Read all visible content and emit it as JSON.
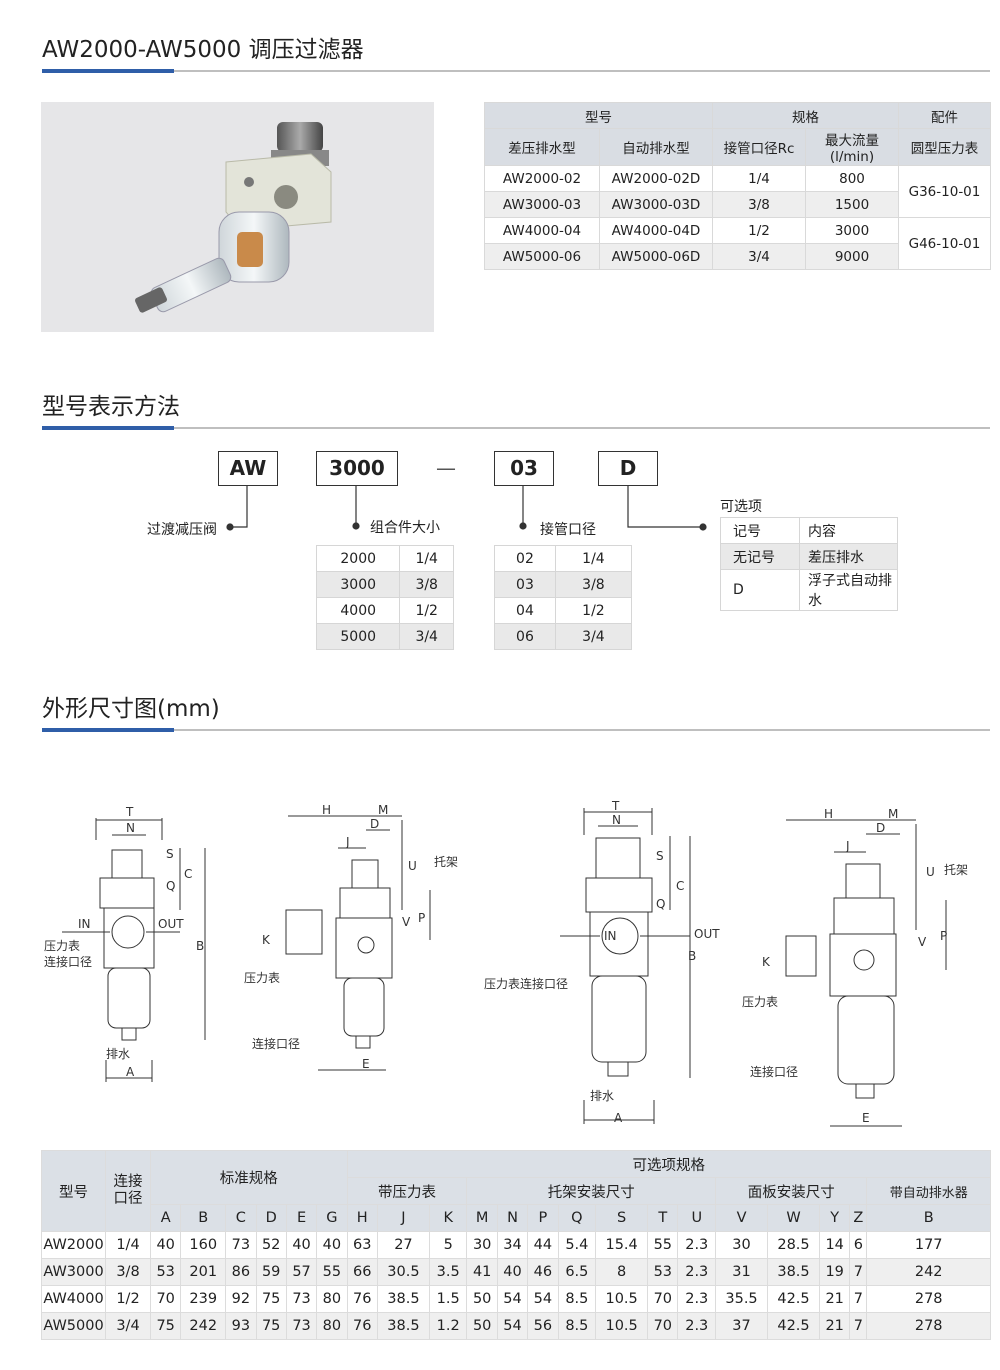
{
  "title": "AW2000-AW5000  调压过滤器",
  "spec_table": {
    "h_model": "型号",
    "h_spec": "规格",
    "h_acc": "配件",
    "h_diff": "差压排水型",
    "h_auto": "自动排水型",
    "h_port": "接管口径Rc",
    "h_flow": "最大流量(l/min)",
    "h_gauge": "圆型压力表",
    "rows": [
      {
        "diff": "AW2000-02",
        "auto": "AW2000-02D",
        "port": "1/4",
        "flow": "800"
      },
      {
        "diff": "AW3000-03",
        "auto": "AW3000-03D",
        "port": "3/8",
        "flow": "1500"
      },
      {
        "diff": "AW4000-04",
        "auto": "AW4000-04D",
        "port": "1/2",
        "flow": "3000"
      },
      {
        "diff": "AW5000-06",
        "auto": "AW5000-06D",
        "port": "3/4",
        "flow": "9000"
      }
    ],
    "gauge1": "G36-10-01",
    "gauge2": "G46-10-01"
  },
  "model_section": {
    "title": "型号表示方法",
    "boxes": [
      "AW",
      "3000",
      "—",
      "03",
      "D"
    ],
    "label_aw": "过渡减压阀",
    "label_size": "组合件大小",
    "label_port": "接管口径",
    "label_opt": "可选项",
    "size_table": [
      [
        "2000",
        "1/4"
      ],
      [
        "3000",
        "3/8"
      ],
      [
        "4000",
        "1/2"
      ],
      [
        "5000",
        "3/4"
      ]
    ],
    "port_table": [
      [
        "02",
        "1/4"
      ],
      [
        "03",
        "3/8"
      ],
      [
        "04",
        "1/2"
      ],
      [
        "06",
        "3/4"
      ]
    ],
    "opt_table": [
      [
        "记号",
        "内容"
      ],
      [
        "无记号",
        "差压排水"
      ],
      [
        "D",
        "浮子式自动排水"
      ]
    ]
  },
  "dim_section": {
    "title": "外形尺寸图(mm)",
    "drawing_labels": {
      "in": "IN",
      "out": "OUT",
      "gauge_port": "压力表\n连接口径",
      "gauge_port_a": "压力表",
      "gauge_port_b": "连接口径",
      "gauge": "压力表",
      "conn": "连接口径",
      "bracket": "托架",
      "drain": "排水",
      "gauge_conn": "压力表连接口径"
    },
    "letters": [
      "T",
      "N",
      "S",
      "Q",
      "C",
      "B",
      "A",
      "H",
      "M",
      "J",
      "D",
      "U",
      "V",
      "P",
      "K",
      "E"
    ]
  },
  "dim_table": {
    "h_model": "型号",
    "h_port": "连接\n口径",
    "h_port_a": "连接",
    "h_port_b": "口径",
    "h_std": "标准规格",
    "h_opt": "可选项规格",
    "h_gauge": "带压力表",
    "h_bracket": "托架安装尺寸",
    "h_panel": "面板安装尺寸",
    "h_auto": "带自动排水器",
    "cols": [
      "A",
      "B",
      "C",
      "D",
      "E",
      "G",
      "H",
      "J",
      "K",
      "M",
      "N",
      "P",
      "Q",
      "S",
      "T",
      "U",
      "V",
      "W",
      "Y",
      "Z",
      "B"
    ],
    "rows": [
      [
        "AW2000",
        "1/4",
        "40",
        "160",
        "73",
        "52",
        "40",
        "40",
        "63",
        "27",
        "5",
        "30",
        "34",
        "44",
        "5.4",
        "15.4",
        "55",
        "2.3",
        "30",
        "28.5",
        "14",
        "6",
        "177"
      ],
      [
        "AW3000",
        "3/8",
        "53",
        "201",
        "86",
        "59",
        "57",
        "55",
        "66",
        "30.5",
        "3.5",
        "41",
        "40",
        "46",
        "6.5",
        "8",
        "53",
        "2.3",
        "31",
        "38.5",
        "19",
        "7",
        "242"
      ],
      [
        "AW4000",
        "1/2",
        "70",
        "239",
        "92",
        "75",
        "73",
        "80",
        "76",
        "38.5",
        "1.5",
        "50",
        "54",
        "54",
        "8.5",
        "10.5",
        "70",
        "2.3",
        "35.5",
        "42.5",
        "21",
        "7",
        "278"
      ],
      [
        "AW5000",
        "3/4",
        "75",
        "242",
        "93",
        "75",
        "73",
        "80",
        "76",
        "38.5",
        "1.2",
        "50",
        "54",
        "56",
        "8.5",
        "10.5",
        "70",
        "2.3",
        "37",
        "42.5",
        "21",
        "7",
        "278"
      ]
    ]
  },
  "colors": {
    "accent": "#2f5ea8",
    "header_bg": "#d9dde3",
    "rule": "#bfbfbf"
  }
}
